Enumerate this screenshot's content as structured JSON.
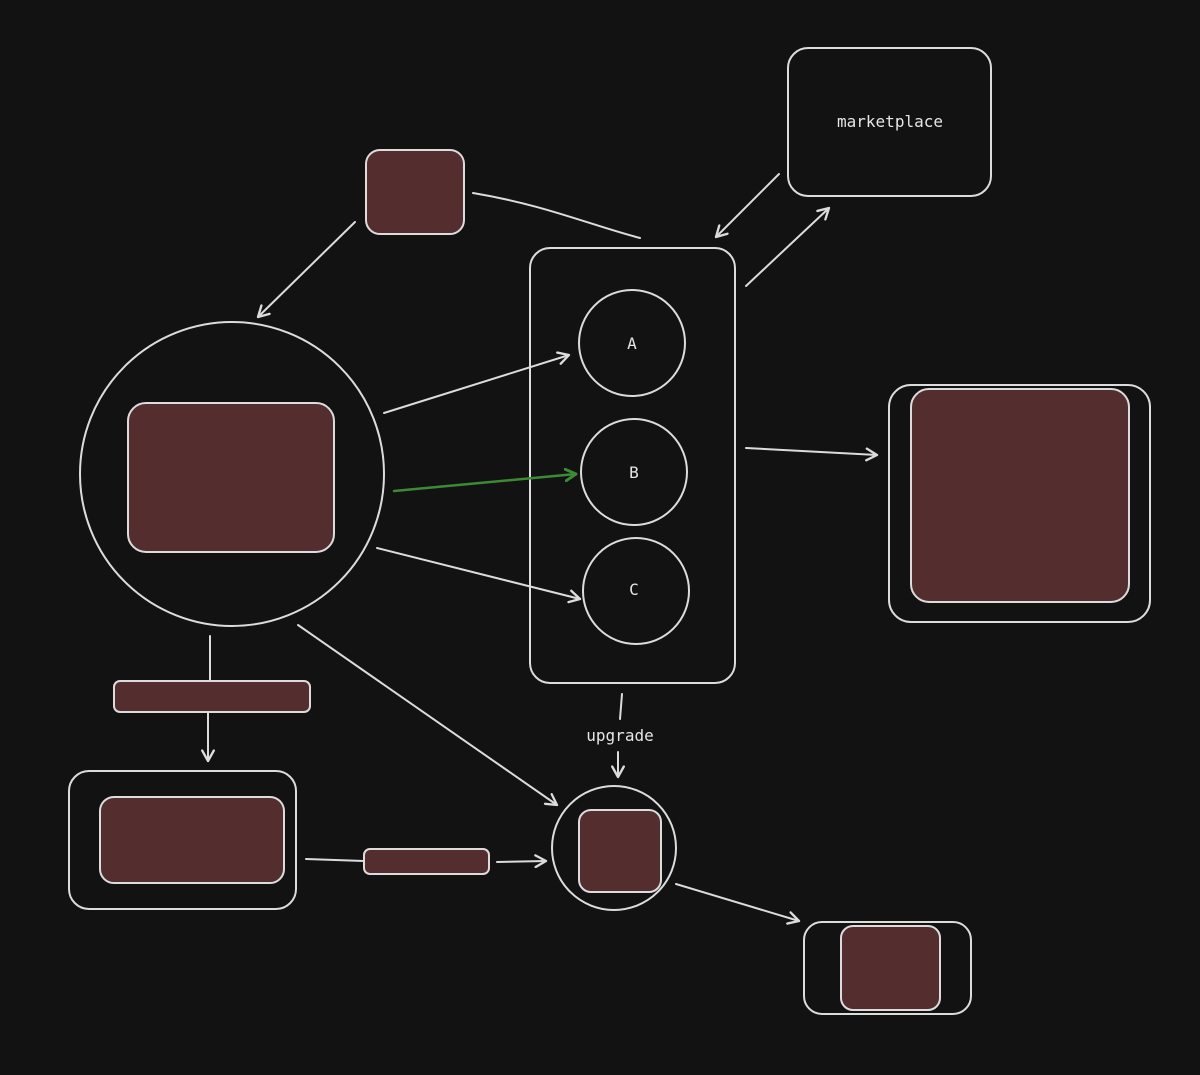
{
  "diagram": {
    "nodes": {
      "marketplace": {
        "label": "marketplace"
      },
      "node_a": {
        "label": "A"
      },
      "node_b": {
        "label": "B"
      },
      "node_c": {
        "label": "C"
      }
    },
    "edges": {
      "upgrade": {
        "label": "upgrade"
      }
    }
  },
  "colors": {
    "background": "#121212",
    "stroke": "#dcdcdc",
    "fill": "#542e2f",
    "highlight_arrow": "#3c8a35"
  }
}
